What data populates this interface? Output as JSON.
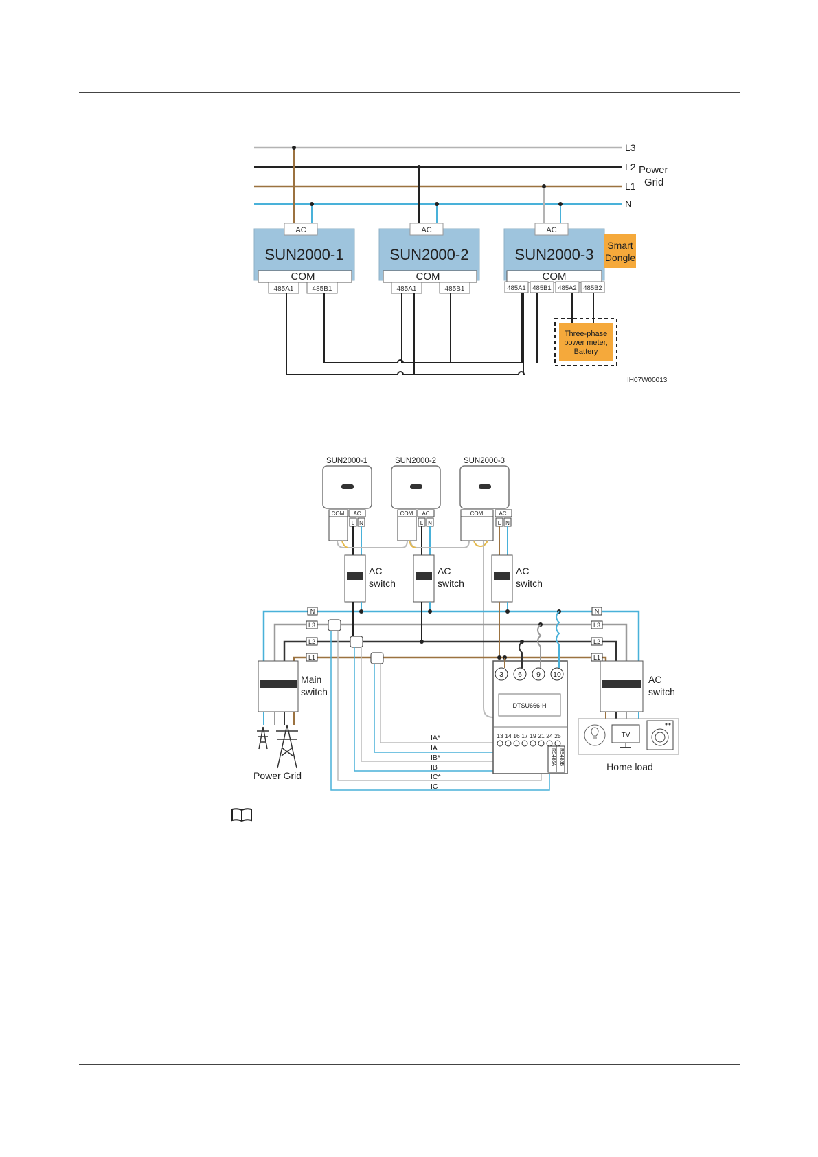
{
  "diagram1": {
    "grid_lines": [
      "L3",
      "L2",
      "L1",
      "N"
    ],
    "grid_label": [
      "Power",
      "Grid"
    ],
    "inverters": [
      {
        "name": "SUN2000-1",
        "ac": "AC",
        "com": "COM",
        "ports": [
          "485A1",
          "485B1"
        ]
      },
      {
        "name": "SUN2000-2",
        "ac": "AC",
        "com": "COM",
        "ports": [
          "485A1",
          "485B1"
        ]
      },
      {
        "name": "SUN2000-3",
        "ac": "AC",
        "com": "COM",
        "ports": [
          "485A1",
          "485B1",
          "485A2",
          "485B2"
        ]
      }
    ],
    "dongle": [
      "Smart",
      "Dongle"
    ],
    "meter_box": [
      "Three-phase",
      "power meter,",
      "Battery"
    ],
    "figure_id": "IH07W00013",
    "colors": {
      "panel_blue": "#9ec4dd",
      "orange": "#f5a93b",
      "brown": "#9b7240",
      "n_blue": "#49b1d9",
      "grey": "#b3b3b3"
    }
  },
  "diagram2": {
    "inverters": [
      "SUN2000-1",
      "SUN2000-2",
      "SUN2000-3"
    ],
    "terminal_labels": {
      "com": "COM",
      "ac": "AC",
      "l": "L",
      "n": "N"
    },
    "ac_switch_label": [
      "AC",
      "switch"
    ],
    "bus_labels": [
      "N",
      "L3",
      "L2",
      "L1"
    ],
    "main_switch": [
      "Main",
      "switch"
    ],
    "power_grid": "Power Grid",
    "meter_name": "DTSU666-H",
    "meter_top_terminals": [
      "3",
      "6",
      "9",
      "10"
    ],
    "meter_bottom_terminals": [
      "13",
      "14",
      "16",
      "17",
      "19",
      "21",
      "24",
      "25"
    ],
    "meter_rs485": [
      "RS485B",
      "RS485A"
    ],
    "ct_labels": [
      "IA*",
      "IA",
      "IB*",
      "IB",
      "IC*",
      "IC"
    ],
    "home_load": "Home load",
    "tv": "TV"
  },
  "note_icon": "book-icon"
}
